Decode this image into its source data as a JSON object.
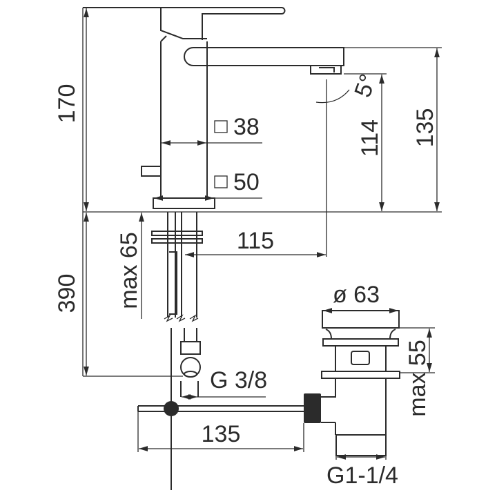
{
  "title": "Basin mixer technical drawing",
  "dimensions": {
    "total_height": "170",
    "spout_height": "135",
    "outlet_height": "114",
    "spout_angle": "5°",
    "body_width": "38",
    "base_width": "50",
    "spout_reach": "115",
    "max_deck_thickness": "max 65",
    "hose_length": "390",
    "drain_diameter": "ø 63",
    "drain_max_thickness": "max 55",
    "supply_thread": "G 3/8",
    "pull_rod_length": "135",
    "drain_thread": "G1-1/4"
  },
  "symbols": {
    "square": "□"
  },
  "colors": {
    "line": "#2b2b2b",
    "background": "#ffffff"
  }
}
